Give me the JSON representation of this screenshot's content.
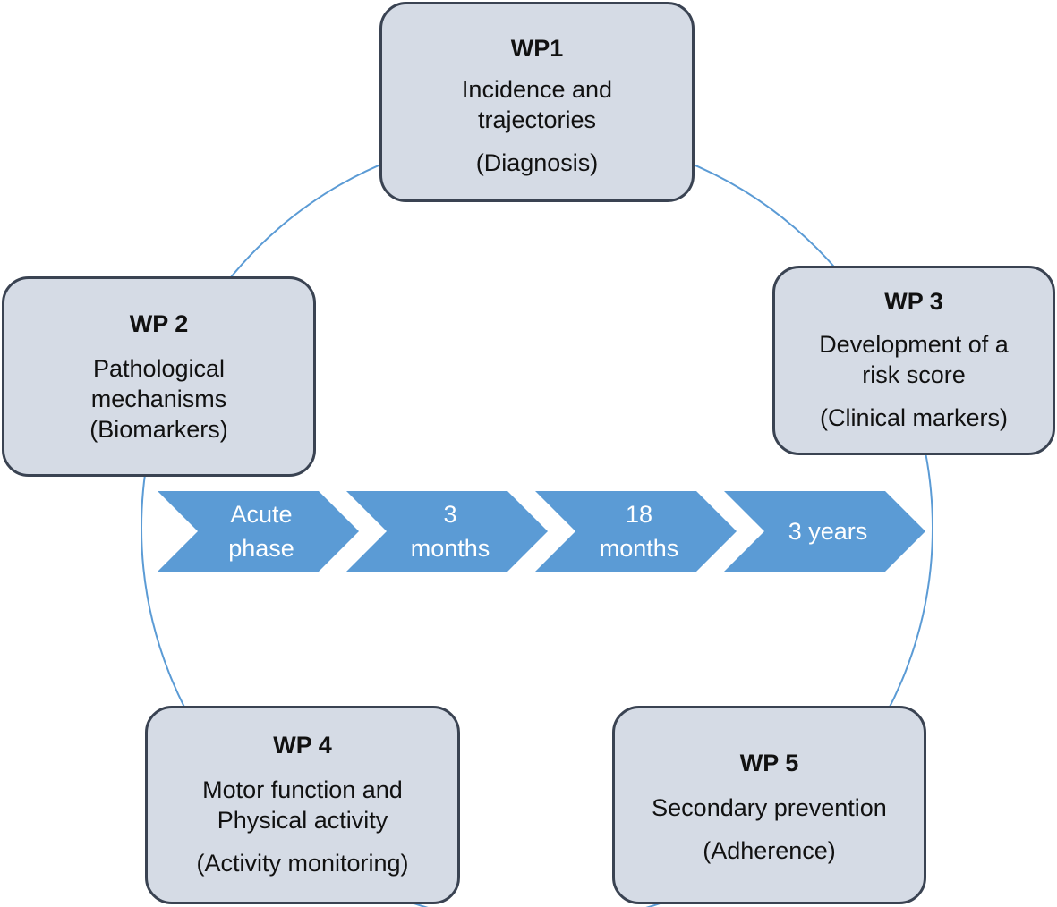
{
  "work_packages": [
    {
      "id": "wp1",
      "title": "WP1",
      "description": "Incidence and\ntrajectories",
      "subtitle": "(Diagnosis)"
    },
    {
      "id": "wp2",
      "title": "WP 2",
      "description": "Pathological\nmechanisms\n(Biomarkers)",
      "subtitle": ""
    },
    {
      "id": "wp3",
      "title": "WP 3",
      "description": "Development of a\nrisk score",
      "subtitle": "(Clinical markers)"
    },
    {
      "id": "wp4",
      "title": "WP 4",
      "description": "Motor function and\nPhysical activity",
      "subtitle": "(Activity monitoring)"
    },
    {
      "id": "wp5",
      "title": "WP 5",
      "description": "Secondary prevention",
      "subtitle": "(Adherence)"
    }
  ],
  "timeline": [
    {
      "label": "Acute\nphase"
    },
    {
      "label": "3\nmonths"
    },
    {
      "label": "18\nmonths"
    },
    {
      "label": "3 years"
    }
  ],
  "colors": {
    "box_fill": "#d5dbe5",
    "box_border": "#3a4352",
    "circle": "#5b9bd5",
    "chevron": "#5b9bd5",
    "chevron_text": "#ffffff"
  }
}
